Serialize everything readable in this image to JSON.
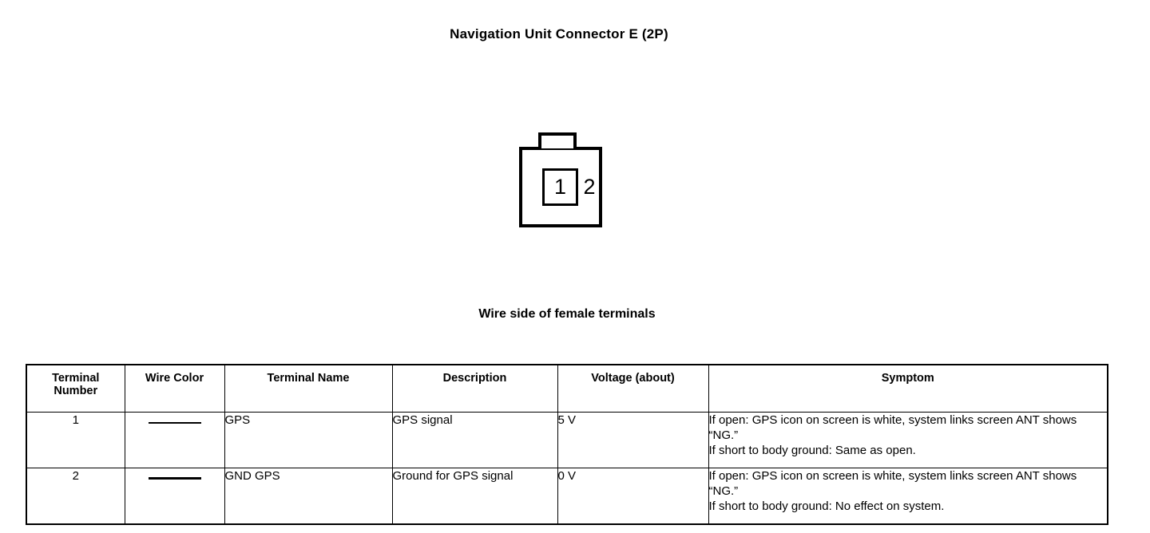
{
  "page": {
    "title": "Navigation Unit Connector E (2P)",
    "figure_caption": "Wire side of female terminals"
  },
  "connector": {
    "type": "2P female connector, wire side view",
    "terminal_1_label": "1",
    "terminal_2_label": "2"
  },
  "table": {
    "headers": {
      "terminal_number": "Terminal\nNumber",
      "terminal_number_line1": "Terminal",
      "terminal_number_line2": "Number",
      "wire_color": "Wire Color",
      "terminal_name": "Terminal Name",
      "description": "Description",
      "voltage": "Voltage (about)",
      "symptom": "Symptom"
    },
    "rows": [
      {
        "terminal_number": "1",
        "wire_color": "",
        "wire_color_glyph": "horizontal-line",
        "terminal_name": "GPS",
        "description": "GPS signal",
        "voltage": "5 V",
        "symptom": "If open: GPS icon on screen is white, system links screen ANT shows “NG.”\nIf short to body ground: Same as open."
      },
      {
        "terminal_number": "2",
        "wire_color": "",
        "wire_color_glyph": "horizontal-line",
        "terminal_name": "GND GPS",
        "description": "Ground for GPS signal",
        "voltage": "0 V",
        "symptom": "If open: GPS icon on screen is white, system links screen ANT shows “NG.”\nIf short to body ground: No effect on system."
      }
    ]
  },
  "colors": {
    "ink": "#000000",
    "paper": "#ffffff"
  }
}
